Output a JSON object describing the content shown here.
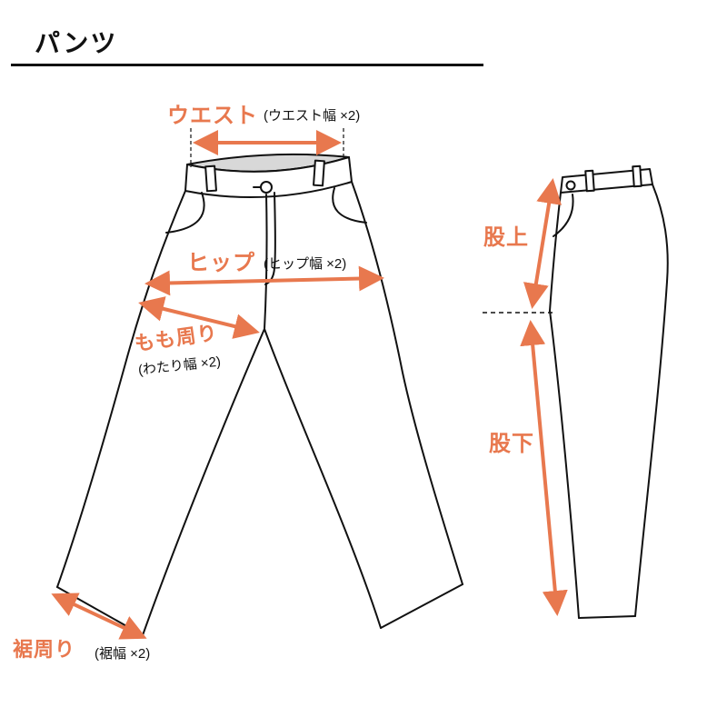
{
  "title": "パンツ",
  "measurements": {
    "waist": {
      "label": "ウエスト",
      "note": "(ウエスト幅 ×2)"
    },
    "hip": {
      "label": "ヒップ",
      "note": "(ヒップ幅 ×2)"
    },
    "thigh": {
      "label": "もも周り",
      "note": "(わたり幅 ×2)"
    },
    "hem": {
      "label": "裾周り",
      "note": "(裾幅 ×2)"
    },
    "rise": {
      "label": "股上"
    },
    "inseam": {
      "label": "股下"
    }
  },
  "colors": {
    "accent": "#E8784E",
    "outline": "#000000",
    "waistband_inner": "#D8D8D8",
    "background": "#FFFFFF"
  },
  "views": {
    "front": "front-view-pants",
    "side": "side-view-pants"
  }
}
